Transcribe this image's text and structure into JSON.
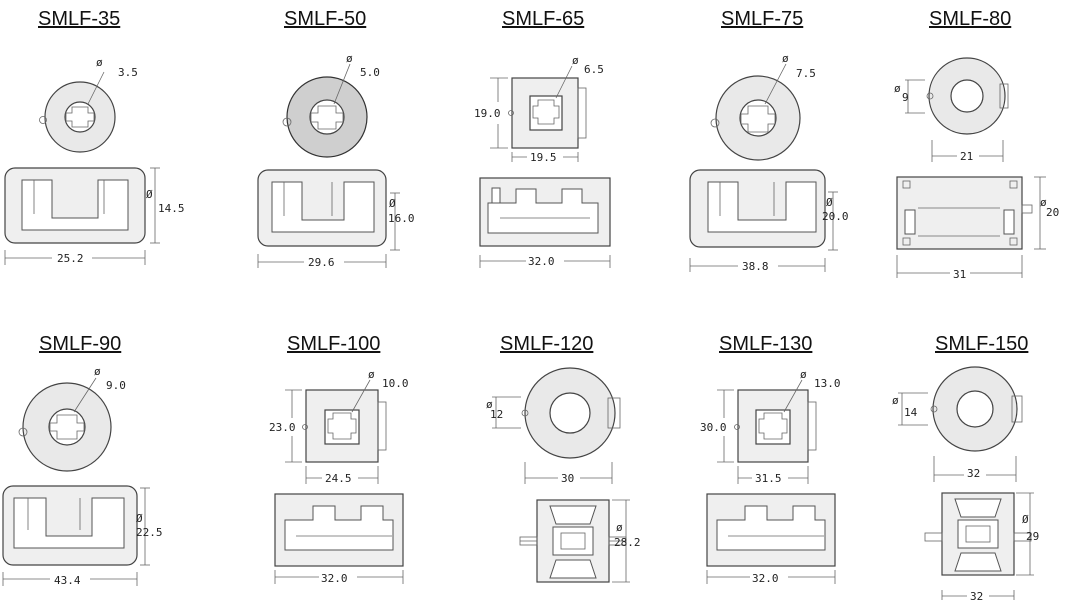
{
  "parts": [
    {
      "id": "SMLF-35",
      "name": "SMLF-35",
      "diameter": "3.5",
      "height": "14.5",
      "width": "25.2"
    },
    {
      "id": "SMLF-50",
      "name": "SMLF-50",
      "diameter": "5.0",
      "height": "16.0",
      "width": "29.6"
    },
    {
      "id": "SMLF-65",
      "name": "SMLF-65",
      "diameter": "6.5",
      "top_height": "19.0",
      "top_width": "19.5",
      "width": "32.0"
    },
    {
      "id": "SMLF-75",
      "name": "SMLF-75",
      "diameter": "7.5",
      "height": "20.0",
      "width": "38.8"
    },
    {
      "id": "SMLF-80",
      "name": "SMLF-80",
      "diameter": "9",
      "top_width": "21",
      "height": "20",
      "width": "31"
    },
    {
      "id": "SMLF-90",
      "name": "SMLF-90",
      "diameter": "9.0",
      "height": "22.5",
      "width": "43.4"
    },
    {
      "id": "SMLF-100",
      "name": "SMLF-100",
      "diameter": "10.0",
      "top_height": "23.0",
      "top_width": "24.5",
      "width": "32.0"
    },
    {
      "id": "SMLF-120",
      "name": "SMLF-120",
      "diameter": "12",
      "top_width": "30",
      "height": "28.2"
    },
    {
      "id": "SMLF-130",
      "name": "SMLF-130",
      "diameter": "13.0",
      "top_height": "30.0",
      "top_width": "31.5",
      "width": "32.0"
    },
    {
      "id": "SMLF-150",
      "name": "SMLF-150",
      "diameter": "14",
      "top_width": "32",
      "height": "29",
      "width": "32"
    }
  ],
  "symbols": {
    "diameter": "ø",
    "diameter_circle": "Ø"
  }
}
